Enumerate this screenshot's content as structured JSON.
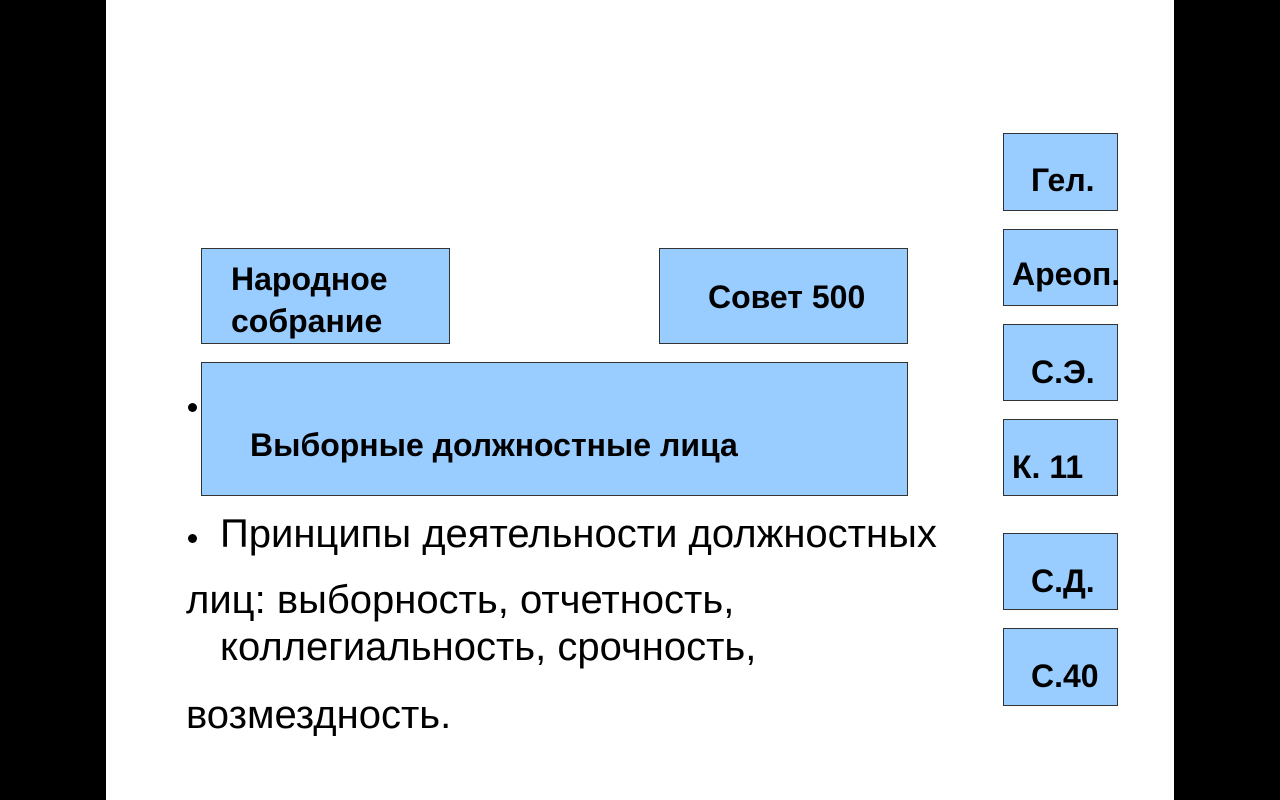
{
  "boxes": {
    "narodnoe_line1": "Народное",
    "narodnoe_line2": "собрание",
    "sovet": "Совет 500",
    "vybornye": "Выборные должностные лица"
  },
  "side_boxes": {
    "gel": "Гел.",
    "areop": "Ареоп.",
    "se": "С.Э.",
    "k11": "К. 11",
    "sd": "С.Д.",
    "s40": "С.40"
  },
  "body_text": {
    "line1": "Принципы деятельности должностных",
    "line2": "лиц: выборность, отчетность,",
    "line3": "коллегиальность, срочность,",
    "line4": "возмездность."
  },
  "colors": {
    "box_fill": "#99ccff",
    "background": "#ffffff",
    "frame": "#000000"
  }
}
